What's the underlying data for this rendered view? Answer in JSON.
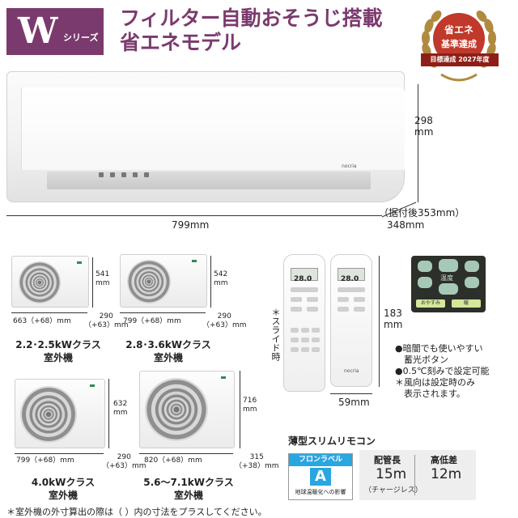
{
  "header": {
    "series_letter": "W",
    "series_suffix": "シリーズ",
    "headline_line1": "フィルター自動おそうじ搭載",
    "headline_line2": "省エネモデル"
  },
  "energy_medal": {
    "line1": "省エネ",
    "line2": "基準達成",
    "ribbon": "目標達成 2027年度"
  },
  "indoor_unit": {
    "height": "298",
    "height_unit": "mm",
    "width": "799mm",
    "depth": "348mm",
    "depth_note": "（据付後353mm）",
    "brand": "nocria"
  },
  "outdoor_units": [
    {
      "name_line1": "2.2･2.5kWクラス",
      "name_line2": "室外機",
      "height": "541",
      "height_unit": "mm",
      "width": "663（+68）mm",
      "depth": "290",
      "depth_sub": "（+63）mm"
    },
    {
      "name_line1": "2.8･3.6kWクラス",
      "name_line2": "室外機",
      "height": "542",
      "height_unit": "mm",
      "width": "799（+68）mm",
      "depth": "290",
      "depth_sub": "（+63）mm"
    },
    {
      "name_line1": "4.0kWクラス",
      "name_line2": "室外機",
      "height": "632",
      "height_unit": "mm",
      "width": "799（+68）mm",
      "depth": "290",
      "depth_sub": "（+63）mm"
    },
    {
      "name_line1": "5.6～7.1kWクラス",
      "name_line2": "室外機",
      "height": "716",
      "height_unit": "mm",
      "width": "820（+68）mm",
      "depth": "315",
      "depth_sub": "（+38）mm"
    }
  ],
  "remote": {
    "slide_note": "＊スライド時",
    "height": "183",
    "height_unit": "mm",
    "width": "59mm",
    "title": "薄型スリムリモコン",
    "screen_value": "28.0",
    "brand": "nocria",
    "closeup_center": "温度",
    "closeup_left_bottom": "おやすみ",
    "closeup_right_bottom": "暖"
  },
  "features": [
    "●暗闇でも使いやすい",
    "　蓄光ボタン",
    "●0.5℃刻みで設定可能",
    "＊風向は設定時のみ",
    "　表示されます。"
  ],
  "label_badge": {
    "top": "フロンラベル",
    "grade": "A",
    "bottom": "地球温暖化への影響"
  },
  "specs": [
    {
      "head": "配管長",
      "value": "15m",
      "sub": "（チャージレス）"
    },
    {
      "head": "高低差",
      "value": "12m",
      "sub": ""
    }
  ],
  "footnote": "＊室外機の外寸算出の際は（  ）内の寸法をプラスしてください。",
  "colors": {
    "brand_purple": "#7b3a6e",
    "medal_red": "#c0392b",
    "label_blue": "#2aa6e0"
  }
}
